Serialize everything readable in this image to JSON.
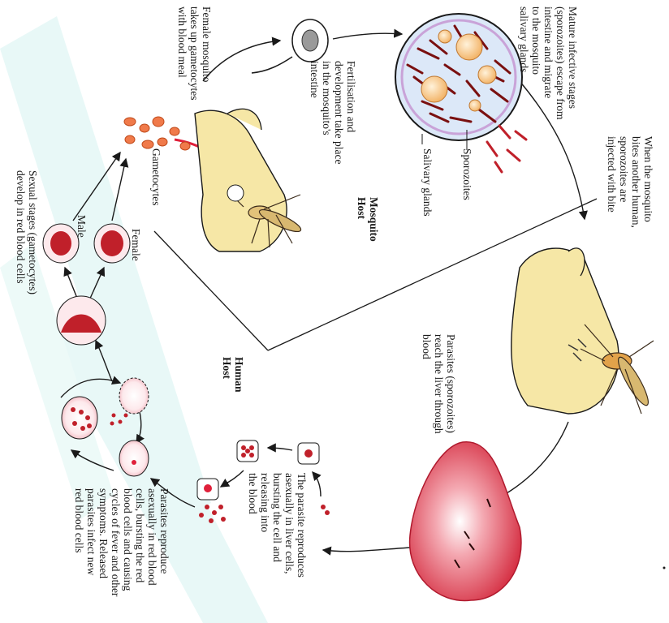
{
  "labels": {
    "mature_infective": "Mature infective stages\n(sporozoites) escape from\nintestine and migrate\nto the mosquito\nsalivary glands",
    "mosquito_bites": "When the mosquito\nbites another human,\nsporozoites are\ninjected with bite",
    "female_mosquito": "Female mosquito\ntakes up gametocytes\nwith blood meal",
    "fertilisation": "Fertilisation and\ndevelopment take place\nin the mosquito's\nintestine",
    "sporozoites": "Sporozoites",
    "salivary_glands": "Salivary glands",
    "mosquito_host": "Mosquito\nHost",
    "gametocytes": "Gametocytes",
    "parasites_liver": "Parasites (sporozoites)\nreach the liver through\nblood",
    "female": "Female",
    "male": "Male",
    "sexual_stages": "Sexual stages (gametocytes)\ndevelop in red blood cells",
    "human_host": "Human\nHost",
    "liver_reproduce": "The parasite reproduces\nasexually in liver cells,\nbursting the cell and\nreleasing into\nthe blood",
    "rbc_reproduce": "Parasites reproduce\nasexually in red blood\ncells, bursting the red\nblood cells and causing\ncycles of fever and other\nsymptoms. Released\nparasites infect new\nred blood cells"
  },
  "colors": {
    "blood_red": "#c0202a",
    "dark_red": "#7a1010",
    "liver_pink": "#e8485a",
    "skin": "#f6e7a6",
    "gland_fill": "#dce8f8",
    "watermark": "#d6f3f1"
  }
}
